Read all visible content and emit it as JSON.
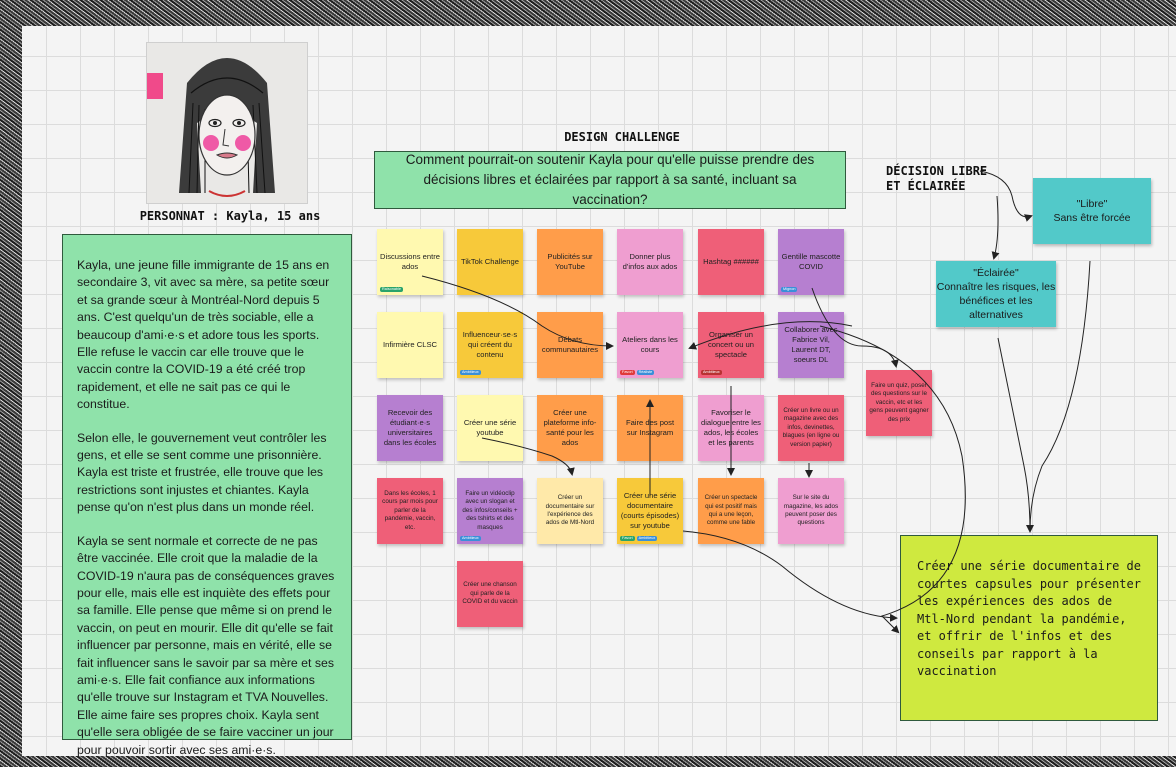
{
  "persona": {
    "title": "PERSONNAT : Kayla, 15 ans",
    "paragraphs": [
      "Kayla, une jeune fille immigrante de 15 ans en secondaire 3, vit avec sa mère, sa petite sœur et sa grande sœur à Montréal-Nord depuis 5 ans. C'est quelqu'un de très sociable, elle a beaucoup d'ami·e·s et adore tous les sports. Elle refuse le vaccin car elle trouve que le vaccin contre la COVID-19 a été créé trop rapidement, et elle ne sait pas ce qui le constitue.",
      "Selon elle, le gouvernement veut contrôler les gens, et elle se sent comme une prisonnière. Kayla est triste et frustrée, elle trouve que les restrictions sont injustes et chiantes. Kayla pense qu'on n'est plus dans un monde réel.",
      "Kayla se sent normale et correcte de ne pas être vaccinée. Elle croit que la maladie de la COVID-19 n'aura pas de conséquences graves pour elle, mais elle est inquiète des effets pour sa famille. Elle pense que même si on prend le vaccin, on peut en mourir. Elle dit qu'elle se fait influencer par personne, mais en vérité, elle se fait influencer sans le savoir par sa mère et ses ami·e·s. Elle fait confiance aux informations qu'elle trouve sur Instagram et TVA Nouvelles. Elle aime faire ses propres choix. Kayla sent qu'elle sera obligée de se faire vacciner un jour pour pouvoir sortir avec ses ami·e·s."
    ]
  },
  "design_challenge": {
    "title": "DESIGN CHALLENGE",
    "question": "Comment pourrait-on soutenir Kayla pour qu'elle puisse prendre des décisions libres et éclairées par rapport à sa santé, incluant sa vaccination?"
  },
  "decision": {
    "title_line1": "DÉCISION LIBRE",
    "title_line2": "ET ÉCLAIRÉE",
    "libre": {
      "label": "\"Libre\"",
      "text": "Sans être forcée"
    },
    "eclairee": {
      "label": "\"Éclairée\"",
      "text": "Connaître les risques, les bénéfices et les alternatives"
    }
  },
  "stickies": [
    {
      "text": "Discussions entre ados",
      "tags": [
        "Raisonable"
      ]
    },
    {
      "text": "TikTok Challenge",
      "tags": []
    },
    {
      "text": "Publicités sur YouTube",
      "tags": []
    },
    {
      "text": "Donner plus d'infos aux ados",
      "tags": []
    },
    {
      "text": "Hashtag ######",
      "tags": []
    },
    {
      "text": "Gentille mascotte COVID",
      "tags": [
        "Mignon"
      ]
    },
    {
      "text": "Infirmière CLSC",
      "tags": []
    },
    {
      "text": "Influenceur·se·s qui créent du contenu",
      "tags": [
        "Ambitieux"
      ]
    },
    {
      "text": "Débats communautaires",
      "tags": []
    },
    {
      "text": "Ateliers dans les cours",
      "tags": [
        "Favori",
        "Réaliste"
      ]
    },
    {
      "text": "Organiser un concert ou un spectacle",
      "tags": [
        "Ambitieux"
      ]
    },
    {
      "text": "Collaborer avec Fabrice Vil, Laurent DT, soeurs DL",
      "tags": []
    },
    {
      "text": "Faire un quiz, poser des questions sur le vaccin, etc et les gens peuvent gagner des prix",
      "tags": []
    },
    {
      "text": "Recevoir des étudiant·e·s universitaires dans les écoles",
      "tags": []
    },
    {
      "text": "Créer une série youtube",
      "tags": []
    },
    {
      "text": "Créer une plateforme info-santé pour les ados",
      "tags": []
    },
    {
      "text": "Faire des post sur Instagram",
      "tags": []
    },
    {
      "text": "Favoriser le dialogue entre les ados, les écoles et les parents",
      "tags": []
    },
    {
      "text": "Créer un livre ou un magazine avec des infos, devinettes, blagues (en ligne ou version papier)",
      "tags": []
    },
    {
      "text": "Dans les écoles, 1 cours par mois pour parler de la pandémie, vaccin, etc.",
      "tags": []
    },
    {
      "text": "Faire un vidéoclip avec un slogan et des infos/conseils + des tshirts et des masques",
      "tags": [
        "Ambitieux"
      ]
    },
    {
      "text": "Créer un documentaire sur l'expérience des ados de Mtl-Nord",
      "tags": []
    },
    {
      "text": "Créer une série documentaire (courts épisodes) sur youtube",
      "tags": [
        "Favori",
        "Ambitieux"
      ]
    },
    {
      "text": "Créer un spectacle qui est positif mais qui a une leçon, comme une fable",
      "tags": []
    },
    {
      "text": "Sur le site du magazine, les ados peuvent poser des questions",
      "tags": []
    },
    {
      "text": "Créer une chanson qui parle de la COVID et du vaccin",
      "tags": []
    }
  ],
  "conclusion": "Créer une série documentaire de courtes capsules pour présenter les expériences des ados de Mtl-Nord pendant la pandémie, et offrir de l'infos et des conseils par rapport à la vaccination"
}
